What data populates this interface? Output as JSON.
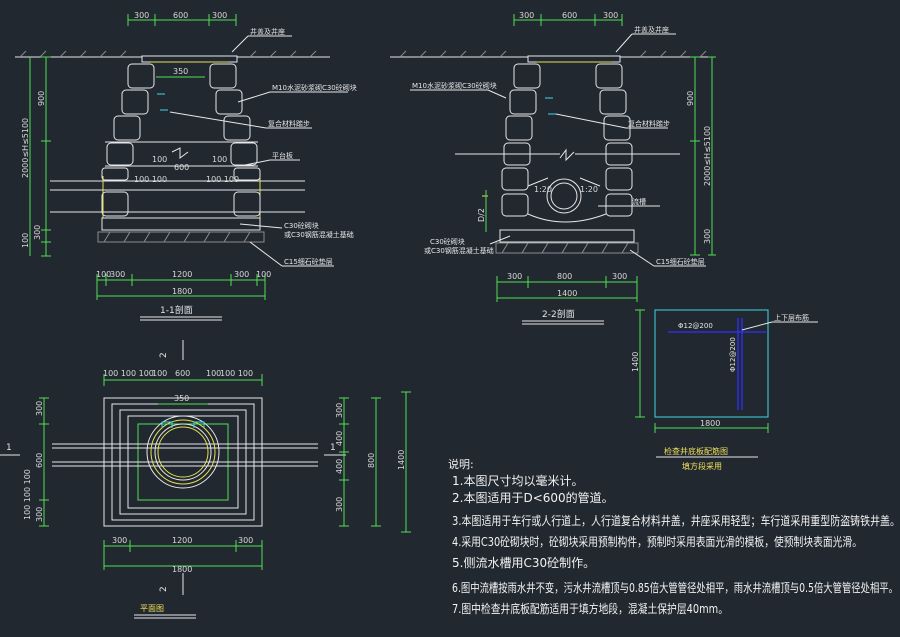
{
  "sec11": {
    "dims_top": [
      "300",
      "600",
      "300"
    ],
    "d350": "350",
    "d900": "900",
    "dH": "2000≤H≤5100",
    "d100": "100",
    "d300": "300",
    "d100b": "100",
    "d600": "600",
    "d100x3l": "100 100",
    "d100x3r": "100 100",
    "dims_bottom": [
      "100",
      "300",
      "1200",
      "300",
      "100"
    ],
    "d1800": "1800",
    "labels": {
      "cover": "井盖及井座",
      "m10": "M10水泥砂浆砌C30砼砌块",
      "ladder": "复合材料踏步",
      "platform": "平台板",
      "c30a": "C30砼砌块",
      "c30b": "或C30钢筋混凝土基础",
      "c15": "C15细石砼垫层"
    },
    "title": "1-1剖面"
  },
  "sec22": {
    "dims_top": [
      "300",
      "600",
      "300"
    ],
    "d900": "900",
    "dH": "2000≤H≤5100",
    "dD2": "D/2",
    "d300": "300",
    "r1": "1:20",
    "r2": "1:20",
    "dims_bottom": [
      "300",
      "800",
      "300"
    ],
    "d1400": "1400",
    "labels": {
      "cover": "井盖及井座",
      "m10": "M10水泥砂浆砌C30砼砌块",
      "ladder": "复合材料踏步",
      "flow": "流槽",
      "c30a": "C30砼砌块",
      "c30b": "或C30钢筋混凝土基础",
      "c15": "C15细石砼垫层"
    },
    "title": "2-2剖面"
  },
  "plan": {
    "dims_top": [
      "100 100 100",
      "100",
      "600",
      "100",
      "100 100"
    ],
    "d350": "350",
    "sec_top": "2",
    "sec_bottom": "2",
    "sec_left": "1",
    "sec_right": "1",
    "left_dims": [
      "300",
      "600",
      "300"
    ],
    "left_small": "100 100 100",
    "right_inner": [
      "300",
      "400",
      "400",
      "300"
    ],
    "right_mid": "800",
    "right_outer": "1400",
    "dims_bottom": [
      "300",
      "1200",
      "300"
    ],
    "d1800": "1800",
    "title": "平面图"
  },
  "rebar": {
    "h1400": "1400",
    "w1800": "1800",
    "bar_h": "Φ12@200",
    "bar_v": "Φ12@200",
    "label": "上下层布筋",
    "title": "检查井底板配筋图",
    "subtitle": "填方段采用"
  },
  "notes": {
    "heading": "说明:",
    "items": [
      "1.本图尺寸均以毫米计。",
      "2.本图适用于D<600的管道。",
      "3.本图适用于车行或人行道上，人行道复合材料井盖，井座采用轻型；车行道采用重型防盗铸铁井盖。",
      "4.采用C30砼砌块时，砼砌块采用预制构件，预制时采用表面光滑的模板，使预制块表面光滑。",
      "5.侧流水槽用C30砼制作。",
      "6.图中流槽按雨水井不变，污水井流槽顶与0.85倍大管管径处相平，雨水井流槽顶与0.5倍大管管径处相平。",
      "7.图中检查井底板配筋适用于填方地段，混凝土保护层40mm。"
    ]
  },
  "colors": {
    "bg": "#212830",
    "green": "#4fe04f",
    "cyan": "#40d8e8",
    "yellow": "#e8e050",
    "blue": "#3030ff"
  }
}
